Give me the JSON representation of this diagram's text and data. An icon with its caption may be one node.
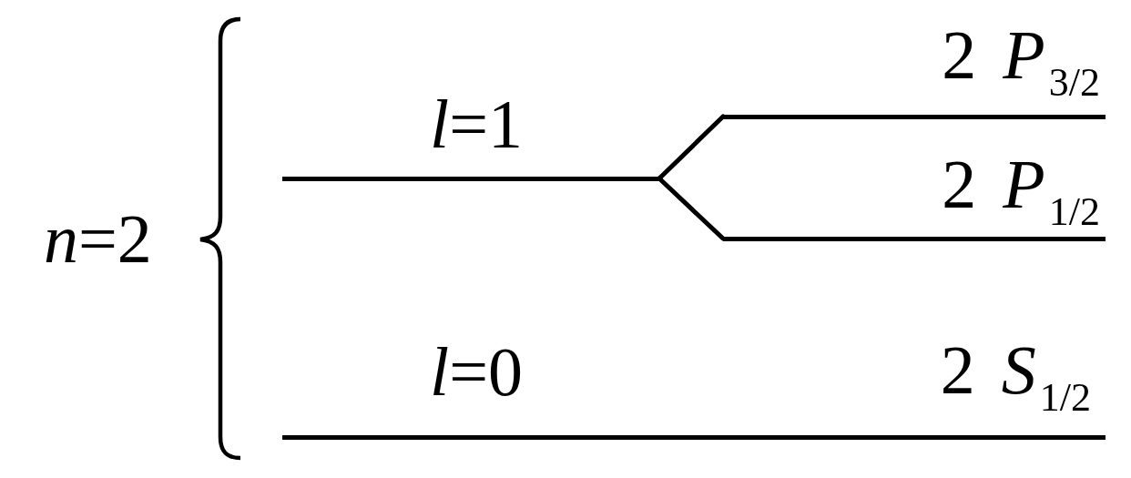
{
  "diagram": {
    "nodes": [
      {
        "text": [
          "*l*=1"
        ]
      },
      {
        "text": [
          "2 *P*$_{3/2}$"
        ]
      },
      {
        "text": [
          "2 *P*$_{1/2}$"
        ]
      },
      {
        "text": [
          "*l*=0",
          "2 *S*$_{1/2}$"
        ]
      }
    ],
    "edges": [
      {
        "from": 0,
        "to": 1,
        "arrow": "none"
      },
      {
        "from": 0,
        "to": 2,
        "arrow": "none"
      }
    ],
    "labels": [
      "*n*=2"
    ]
  }
}
